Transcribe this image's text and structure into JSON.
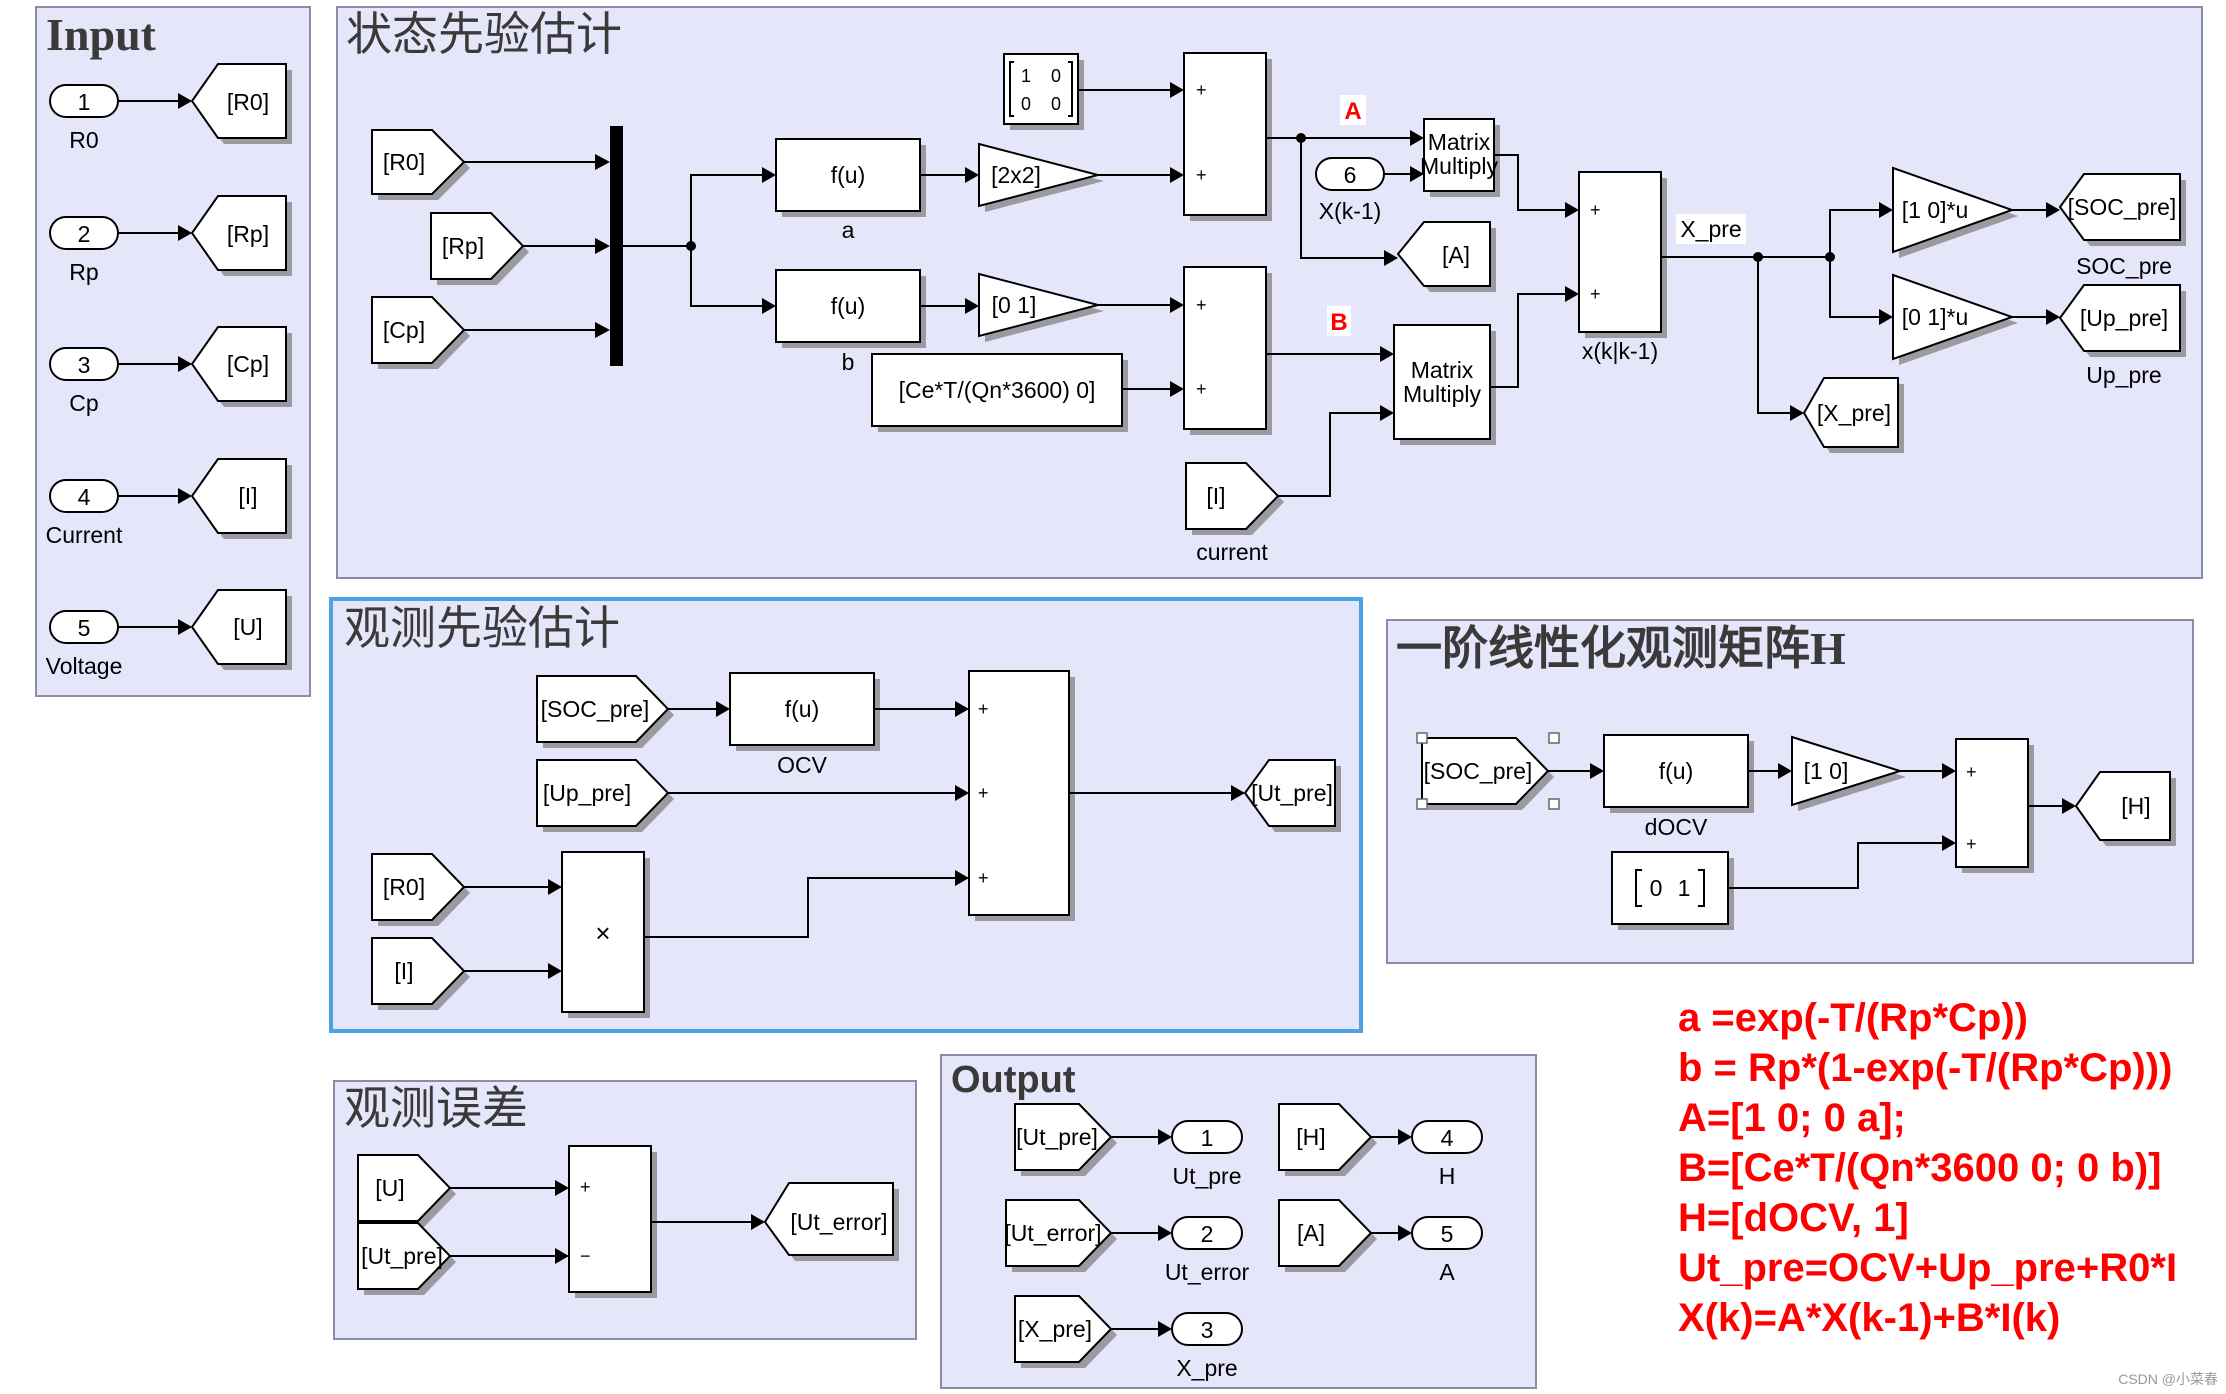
{
  "areas": {
    "input": "Input",
    "state_prior": "状态先验估计",
    "obs_prior": "观测先验估计",
    "h_matrix": "一阶线性化观测矩阵H",
    "obs_error": "观测误差",
    "output": "Output"
  },
  "inports": [
    {
      "num": "1",
      "name": "R0",
      "tag": "[R0]"
    },
    {
      "num": "2",
      "name": "Rp",
      "tag": "[Rp]"
    },
    {
      "num": "3",
      "name": "Cp",
      "tag": "[Cp]"
    },
    {
      "num": "4",
      "name": "Current",
      "tag": "[I]"
    },
    {
      "num": "5",
      "name": "Voltage",
      "tag": "[U]"
    }
  ],
  "state": {
    "from_r0": "[R0]",
    "from_rp": "[Rp]",
    "from_cp": "[Cp]",
    "fcn_a": "f(u)",
    "fcn_a_name": "a",
    "fcn_b": "f(u)",
    "fcn_b_name": "b",
    "gain_2x2": "[2x2]",
    "gain_01": "[0 1]",
    "const_matrix": [
      "1",
      "0",
      "0",
      "0"
    ],
    "const_ce": "[Ce*T/(Qn*3600) 0]",
    "plus": "+",
    "mm1": [
      "Matrix",
      "Multiply"
    ],
    "mm2": [
      "Matrix",
      "Multiply"
    ],
    "xk1_num": "6",
    "xk1_name": "X(k-1)",
    "goto_a": "[A]",
    "from_i": "[I]",
    "from_i_name": "current",
    "label_a": "A",
    "label_b": "B",
    "sum_name": "x(k|k-1)",
    "signal_xpre": "X_pre",
    "gain_10u": "[1 0]*u",
    "gain_01u": "[0 1]*u",
    "goto_soc": "[SOC_pre]",
    "goto_soc_name": "SOC_pre",
    "goto_up": "[Up_pre]",
    "goto_up_name": "Up_pre",
    "goto_xpre": "[X_pre]"
  },
  "obs": {
    "from_soc": "[SOC_pre]",
    "from_up": "[Up_pre]",
    "from_r0": "[R0]",
    "from_i": "[I]",
    "fcn": "f(u)",
    "fcn_name": "OCV",
    "product": "×",
    "plus": "+",
    "goto_ut": "[Ut_pre]"
  },
  "hmat": {
    "from_soc": "[SOC_pre]",
    "fcn": "f(u)",
    "fcn_name": "dOCV",
    "gain": "[1 0]",
    "const": [
      "0",
      "1"
    ],
    "plus": "+",
    "goto_h": "[H]"
  },
  "err": {
    "from_u": "[U]",
    "from_ut": "[Ut_pre]",
    "plus": "+",
    "minus": "−",
    "goto": "[Ut_error]"
  },
  "outputs": [
    {
      "from": "[Ut_pre]",
      "num": "1",
      "name": "Ut_pre"
    },
    {
      "from": "[Ut_error]",
      "num": "2",
      "name": "Ut_error"
    },
    {
      "from": "[X_pre]",
      "num": "3",
      "name": "X_pre"
    },
    {
      "from": "[H]",
      "num": "4",
      "name": "H"
    },
    {
      "from": "[A]",
      "num": "5",
      "name": "A"
    }
  ],
  "formulas": [
    "a =exp(-T/(Rp*Cp))",
    "b = Rp*(1-exp(-T/(Rp*Cp)))",
    "A=[1 0; 0 a];",
    "B=[Ce*T/(Qn*3600 0; 0 b)]",
    "H=[dOCV, 1]",
    "Ut_pre=OCV+Up_pre+R0*I",
    "X(k)=A*X(k-1)+B*I(k)"
  ],
  "watermark": "CSDN @小菜春"
}
